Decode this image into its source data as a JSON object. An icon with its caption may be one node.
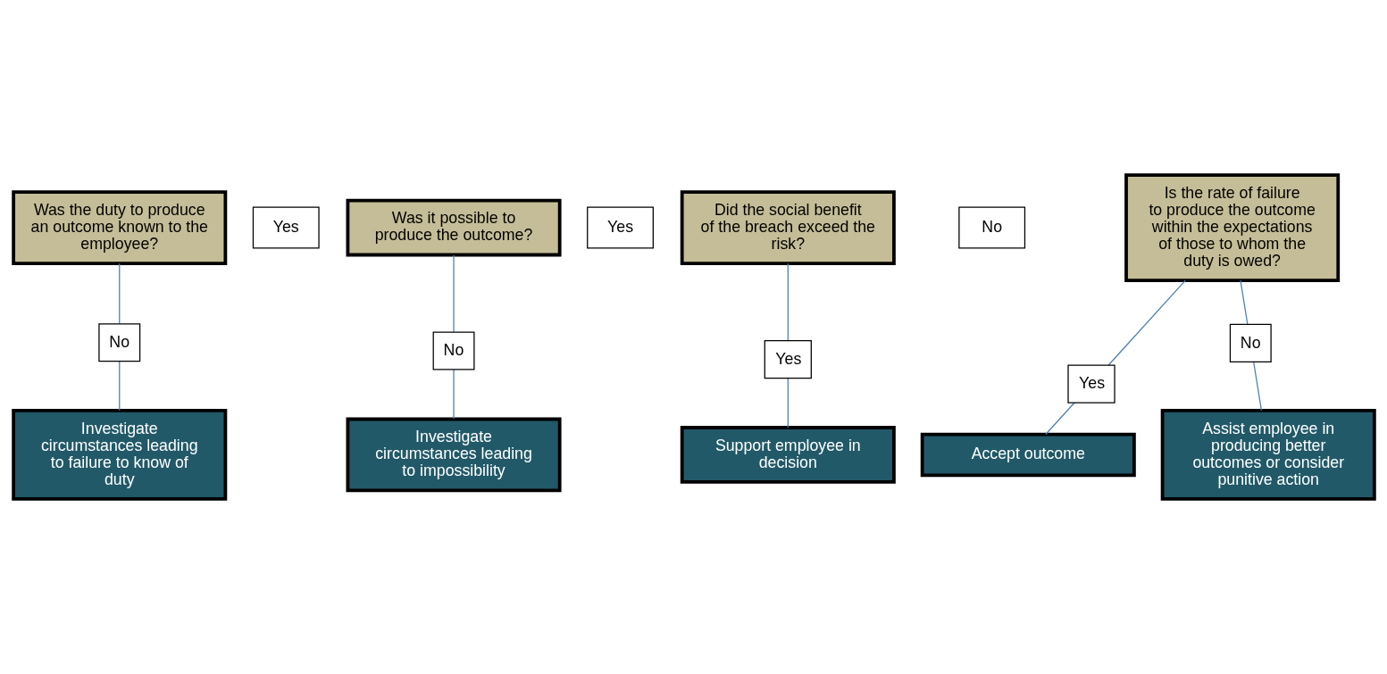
{
  "diagram": {
    "nodes": [
      {
        "text": [
          "Was the duty to produce an outcome known to the employee?"
        ]
      },
      {
        "text": [
          "Yes"
        ]
      },
      {
        "text": [
          "Was it possible to produce the outcome?"
        ]
      },
      {
        "text": [
          "Yes"
        ]
      },
      {
        "text": [
          "Did the social benefit of the breach exceed the risk?"
        ]
      },
      {
        "text": [
          "No"
        ]
      },
      {
        "text": [
          "Is the rate of failure to produce the outcome within the expectations of those to whom the duty is owed?"
        ]
      },
      {
        "text": [
          "Investigate circumstances leading to failure to know of duty"
        ]
      },
      {
        "text": [
          "Investigate circumstances leading to impossibility"
        ]
      },
      {
        "text": [
          "Support employee in decision"
        ]
      },
      {
        "text": [
          "Accept outcome"
        ]
      },
      {
        "text": [
          "Assist employee in producing better outcomes or consider punitive action"
        ]
      }
    ],
    "edges": [
      {
        "from": 0,
        "to": 7,
        "arrow": "none",
        "label": "No"
      },
      {
        "from": 2,
        "to": 8,
        "arrow": "none",
        "label": "No"
      },
      {
        "from": 4,
        "to": 9,
        "arrow": "none",
        "label": "Yes"
      },
      {
        "from": 6,
        "to": 10,
        "arrow": "none",
        "label": "Yes"
      },
      {
        "from": 6,
        "to": 11,
        "arrow": "none",
        "label": "No"
      }
    ]
  }
}
